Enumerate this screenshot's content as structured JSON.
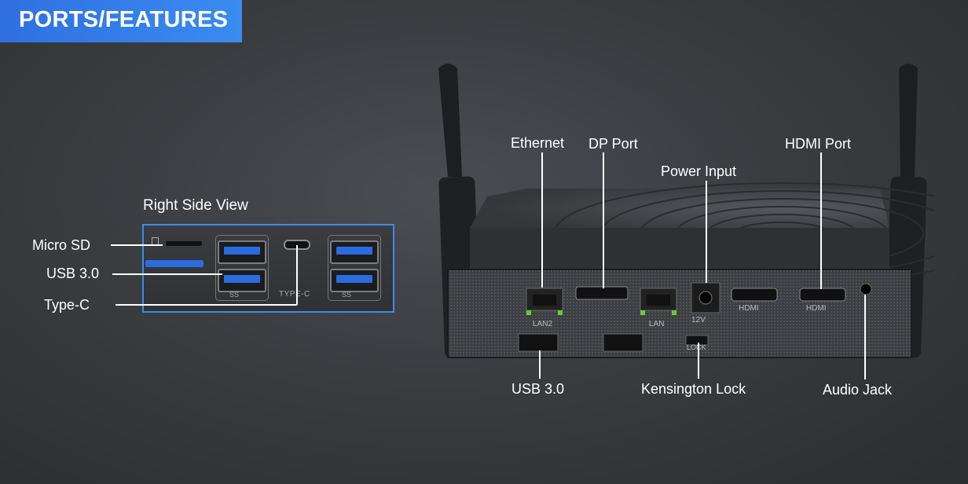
{
  "banner": {
    "title": "PORTS/FEATURES"
  },
  "side_view": {
    "title": "Right Side View",
    "labels": {
      "micro_sd": "Micro SD",
      "usb": "USB 3.0",
      "type_c": "Type-C"
    },
    "engravings": {
      "ss1": "SS",
      "typec": "TYPE-C",
      "ss2": "SS"
    }
  },
  "rear_view": {
    "top_labels": {
      "ethernet": "Ethernet",
      "dp": "DP Port",
      "power": "Power Input",
      "hdmi": "HDMI Port"
    },
    "bottom_labels": {
      "usb": "USB 3.0",
      "kensington": "Kensington Lock",
      "audio": "Audio Jack"
    },
    "engravings": {
      "lan2": "LAN2",
      "lan": "LAN",
      "v12": "12V",
      "lock": "LOCK",
      "hdmi1": "HDMI",
      "hdmi2": "HDMI"
    }
  },
  "colors": {
    "accent": "#3a8cf0",
    "usb_blue": "#2a6ce0"
  }
}
